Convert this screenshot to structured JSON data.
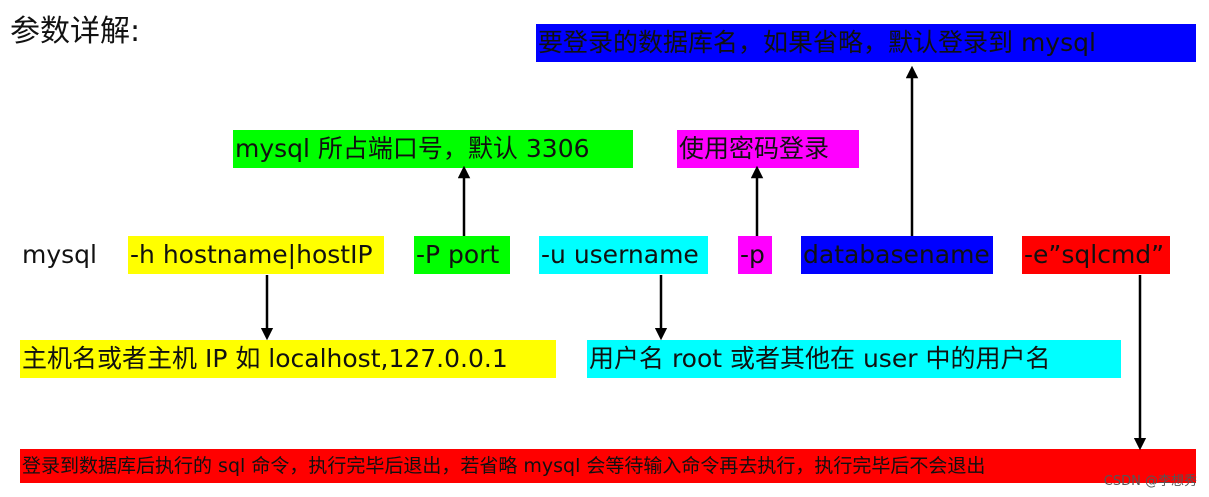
{
  "title": "参数详解:",
  "command": "mysql",
  "colors": {
    "yellow": "#ffff00",
    "green": "#00ff00",
    "cyan": "#00ffff",
    "magenta": "#ff00ff",
    "blue": "#0000ff",
    "red": "#ff0000",
    "arrow": "#000000"
  },
  "options": {
    "host": "-h hostname|hostIP",
    "port": "-P port",
    "user": "-u username",
    "password": "-p",
    "database": "databasename",
    "execute": "-e”sqlcmd”"
  },
  "descriptions": {
    "database": "要登录的数据库名，如果省略，默认登录到 mysql",
    "port": "mysql 所占端口号，默认 3306",
    "password": "使用密码登录",
    "host": "主机名或者主机 IP  如 localhost,127.0.0.1",
    "user": "用户名 root 或者其他在 user 中的用户名",
    "execute": "登录到数据库后执行的 sql 命令，执行完毕后退出，若省略 mysql 会等待输入命令再去执行，执行完毕后不会退出"
  },
  "watermark": "CSDN @李想秀"
}
